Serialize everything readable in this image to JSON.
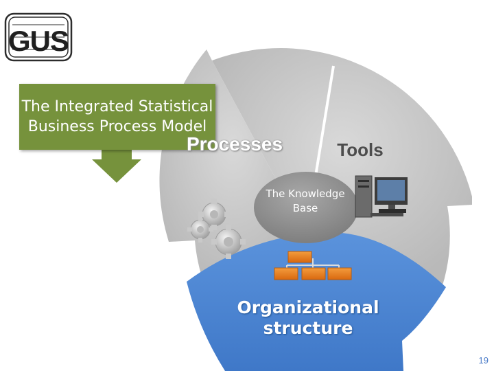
{
  "logo": {
    "text": "GUS",
    "icon": "gus-logo-icon"
  },
  "callout": {
    "text": "The Integrated Statistical Business Process Model"
  },
  "sectors": {
    "processes": "Processes",
    "tools": "Tools",
    "organizational_structure": "Organizational structure"
  },
  "hub": {
    "text": "The Knowledge Base"
  },
  "icons": {
    "gears": "gears-icon",
    "computer": "computer-icon",
    "org_chart": "org-chart-icon"
  },
  "colors": {
    "wheel_gray": "#c8c8c8",
    "hub_gray": "#8c8c8c",
    "org_blue": "#4f86d4",
    "callout_green": "#76923c",
    "org_box_orange": "#e67e22"
  },
  "page_number": "19"
}
